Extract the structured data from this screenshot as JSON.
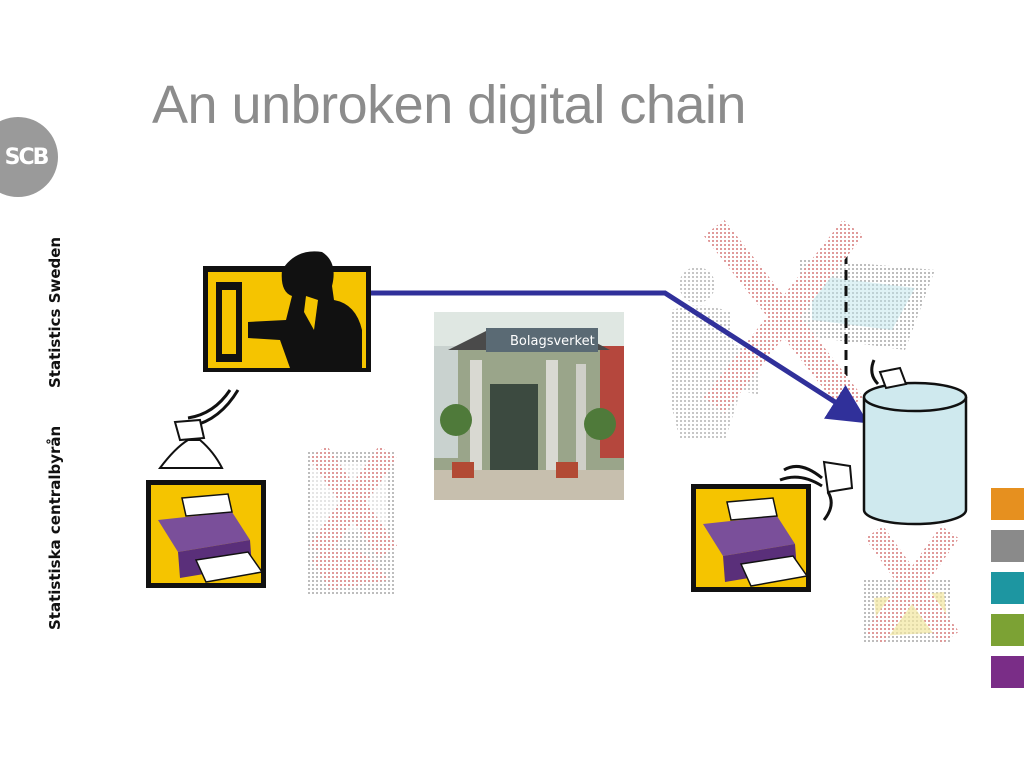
{
  "slide": {
    "title": "An unbroken digital chain",
    "logo_text": "SCB",
    "sidebar_english": "Statistics Sweden",
    "sidebar_swedish": "Statistiska centralbyrån"
  },
  "building_sign": "Bolagsverket",
  "colors": {
    "arrow": "#30309a",
    "title": "#8c8c8c",
    "cross": "#d26e6e",
    "monitor_frame": "#f5c400",
    "database": "#cfe9ee"
  },
  "swatches": [
    "#e6901f",
    "#8a8a8a",
    "#1d96a1",
    "#7ca234",
    "#7a2d87"
  ]
}
